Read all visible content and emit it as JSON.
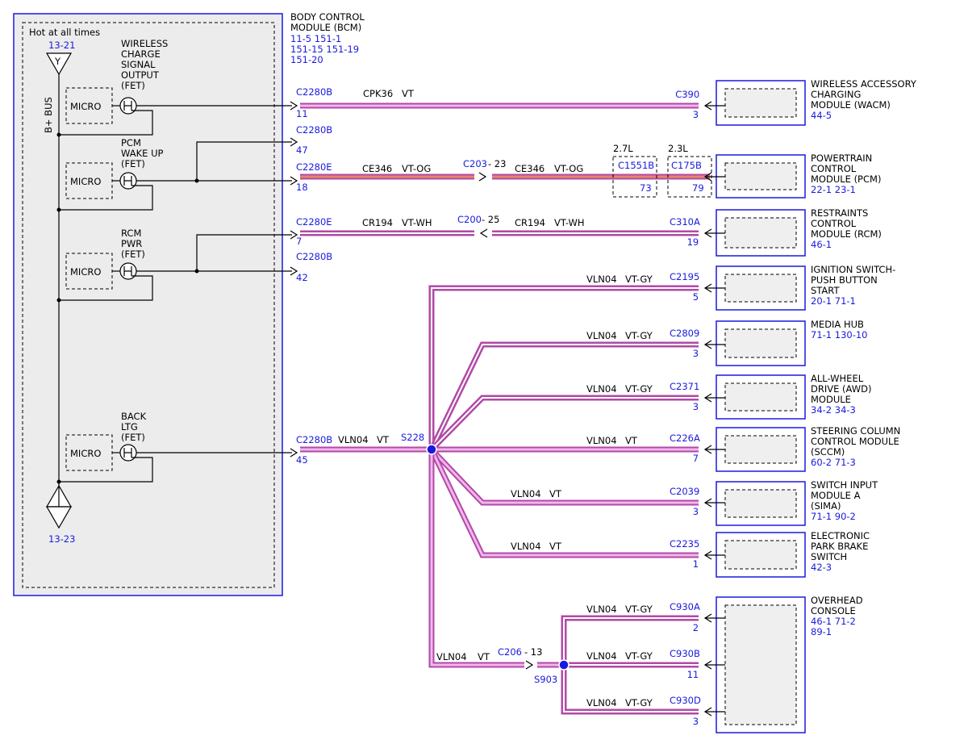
{
  "bcm": {
    "title_lines": [
      "BODY CONTROL",
      "MODULE (BCM)"
    ],
    "refs_lines": [
      "11-5   151-1",
      "151-15  151-19",
      "151-20"
    ],
    "hot_label": "Hot at all times",
    "bplus_label": "B+ BUS",
    "top_ref": "13-21",
    "top_symbol": "Y",
    "bottom_ref": "13-23",
    "bottom_symbol": "Z",
    "micro_label": "MICRO",
    "fets": [
      {
        "lines": [
          "WIRELESS",
          "CHARGE",
          "SIGNAL",
          "OUTPUT",
          "(FET)"
        ]
      },
      {
        "lines": [
          "PCM",
          "WAKE UP",
          "(FET)"
        ]
      },
      {
        "lines": [
          "RCM",
          "PWR",
          "(FET)"
        ]
      },
      {
        "lines": [
          "BACK",
          "LTG",
          "(FET)"
        ]
      }
    ],
    "pins": [
      {
        "conn": "C2280B",
        "pin": "11"
      },
      {
        "conn": "C2280B",
        "pin": "47"
      },
      {
        "conn": "C2280E",
        "pin": "18"
      },
      {
        "conn": "C2280E",
        "pin": "7"
      },
      {
        "conn": "C2280B",
        "pin": "42"
      },
      {
        "conn": "C2280B",
        "pin": "45"
      }
    ]
  },
  "circuits": {
    "cpk36": {
      "circuit": "CPK36",
      "color": "VT"
    },
    "ce346_a": {
      "circuit": "CE346",
      "color": "VT-OG"
    },
    "ce346_b": {
      "circuit": "CE346",
      "color": "VT-OG"
    },
    "cr194_a": {
      "circuit": "CR194",
      "color": "VT-WH"
    },
    "cr194_b": {
      "circuit": "CR194",
      "color": "VT-WH"
    },
    "vln04_main": {
      "circuit": "VLN04",
      "color": "VT"
    },
    "vln04_c206": {
      "circuit": "VLN04",
      "color": "VT"
    }
  },
  "inline": {
    "c203": {
      "conn": "C203",
      "pin": "- 23"
    },
    "c200": {
      "conn": "C200",
      "pin": "- 25"
    },
    "c206": {
      "conn": "C206",
      "pin": "- 13"
    },
    "s228": "S228",
    "s903": "S903",
    "c1551b": {
      "engine": "2.7L",
      "conn": "C1551B",
      "pin": "73"
    },
    "c175b": {
      "engine": "2.3L",
      "conn": "C175B",
      "pin": "79"
    }
  },
  "modules": [
    {
      "key": "wacm",
      "conn": "C390",
      "pin": "3",
      "circuit": "",
      "color": "",
      "name_lines": [
        "WIRELESS ACCESSORY",
        "CHARGING",
        "MODULE (WACM)"
      ],
      "refs": "44-5"
    },
    {
      "key": "pcm",
      "conn": "",
      "pin": "",
      "circuit": "",
      "color": "",
      "name_lines": [
        "POWERTRAIN",
        "CONTROL",
        "MODULE (PCM)"
      ],
      "refs": "22-1   23-1"
    },
    {
      "key": "rcm",
      "conn": "C310A",
      "pin": "19",
      "circuit": "",
      "color": "",
      "name_lines": [
        "RESTRAINTS",
        "CONTROL",
        "MODULE (RCM)"
      ],
      "refs": "46-1"
    },
    {
      "key": "ign",
      "conn": "C2195",
      "pin": "5",
      "circuit": "VLN04",
      "color": "VT-GY",
      "name_lines": [
        "IGNITION SWITCH-",
        "PUSH BUTTON",
        "START"
      ],
      "refs": "20-1   71-1"
    },
    {
      "key": "media",
      "conn": "C2809",
      "pin": "3",
      "circuit": "VLN04",
      "color": "VT-GY",
      "name_lines": [
        "MEDIA HUB"
      ],
      "refs": "71-1    130-10"
    },
    {
      "key": "awd",
      "conn": "C2371",
      "pin": "3",
      "circuit": "VLN04",
      "color": "VT-GY",
      "name_lines": [
        "ALL-WHEEL",
        "DRIVE (AWD)",
        "MODULE"
      ],
      "refs": "34-2   34-3"
    },
    {
      "key": "sccm",
      "conn": "C226A",
      "pin": "7",
      "circuit": "VLN04",
      "color": "VT",
      "name_lines": [
        "STEERING COLUMN",
        "CONTROL MODULE",
        "(SCCM)"
      ],
      "refs": "60-2   71-3"
    },
    {
      "key": "sima",
      "conn": "C2039",
      "pin": "3",
      "circuit": "VLN04",
      "color": "VT",
      "name_lines": [
        "SWITCH INPUT",
        "MODULE A",
        "(SIMA)"
      ],
      "refs": "71-1   90-2"
    },
    {
      "key": "epb",
      "conn": "C2235",
      "pin": "1",
      "circuit": "VLN04",
      "color": "VT",
      "name_lines": [
        "ELECTRONIC",
        "PARK BRAKE",
        "SWITCH"
      ],
      "refs": "42-3"
    },
    {
      "key": "ohc",
      "conn": "",
      "pin": "",
      "circuit": "",
      "color": "",
      "name_lines": [
        "OVERHEAD",
        "CONSOLE"
      ],
      "refs_lines": [
        "46-1   71-2",
        "89-1"
      ]
    }
  ],
  "overhead_pins": [
    {
      "conn": "C930A",
      "pin": "2",
      "circuit": "VLN04",
      "color": "VT-GY"
    },
    {
      "conn": "C930B",
      "pin": "11",
      "circuit": "VLN04",
      "color": "VT-GY"
    },
    {
      "conn": "C930D",
      "pin": "3",
      "circuit": "VLN04",
      "color": "VT-GY"
    }
  ]
}
